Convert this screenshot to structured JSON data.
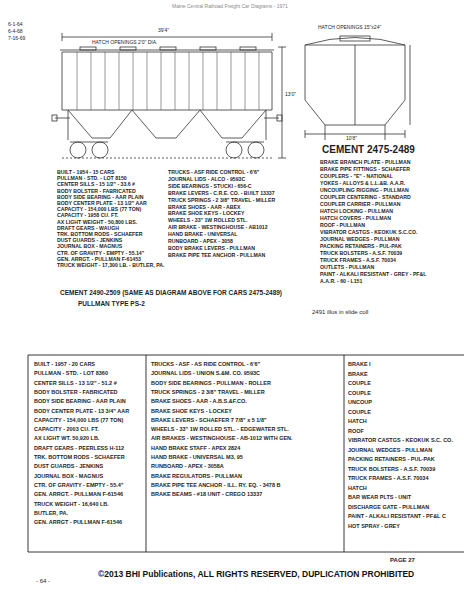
{
  "diagram": {
    "title": "Maine Central Railroad   Freight Car Diagrams - 1971",
    "caption": "©2013 BHI Publications, ALL RIGHTS RESERVED, DUPLICATION PROHIBITED",
    "labels": [
      "6-1-64",
      "6-4-68",
      "7-16-69",
      "HATCH OPENINGS 2'0\" DIA.",
      "39'4\"",
      "13'0\"",
      "HATCH OPENINGS 15\"x24\"",
      "10'8\"",
      "CEMENT 2475-2489",
      "BUILT - 1954 - 15 CARS",
      "PULLMAN - STD. - LOT 8150",
      "CENTER SILLS - 15 1/2\" - 33.6 #",
      "BODY BOLSTER - FABRICATED",
      "BODY SIDE BEARING - AAR PLAIN",
      "BODY CENTER PLATE - 13 1/2\" AAR",
      "CAPACITY - 154,000 LBS (77 TON)",
      "CAPACITY - 1958 CU. FT.",
      "AX LIGHT WEIGHT - 50,800 LBS.",
      "DRAFT GEARS - WAUGH",
      "TRK. BOTTOM RODS - SCHAEFER",
      "DUST GUARDS - JENKINS",
      "JOURNAL BOX - MAGNUS",
      "CTR. OF GRAVITY - EMPTY - 55.14\"",
      "GEN. ARRGT. - PULLMAN F-61453",
      "TRUCK WEIGHT - 17,300 LB. - BUTLER, PA.",
      "TRUCKS - ASF RIDE CONTROL - 6'6\"",
      "JOURNAL LIDS - ALCO - 9593C",
      "SIDE BEARINGS - STUCKI - 656-C",
      "BRAKE LEVERS - C.R.E. CO. - BUILT 13337",
      "TRUCK SPRINGS - 2 3/8\" TRAVEL - MILLER",
      "BRAKE SHOES - AAR - ABEX",
      "BRAKE SHOE KEYS - LOCKEY",
      "WHEELS - 33\" 1W ROLLED STL.",
      "AIR BRAKE - WESTINGHOUSE - AB1012",
      "HAND BRAKE - UNIVERSAL",
      "RUNBOARD - APEX - 3058",
      "BODY BRAKE LEVERS - PULLMAN",
      "BRAKE PIPE TEE ANCHOR - PULLMAN",
      "BRAKE BRANCH PLATE - PULLMAN",
      "BRAKE PIPE FITTINGS - SCHAEFER",
      "COUPLERS - \"E\" - NATIONAL",
      "YOKES - ALLOYS & L.L.&B. A.A.R.",
      "UNCOUPLING RIGGING - PULLMAN",
      "COUPLER CENTERING - STANDARD",
      "COUPLER CARRIER - PULLMAN",
      "HATCH LOCKING - PULLMAN",
      "HATCH COVERS - PULLMAN",
      "ROOF - PULLMAN",
      "VIBRATOR CASTGS - KEOKUK S.C.CO.",
      "JOURNAL WEDGES - PULLMAN",
      "PACKING RETAINERS - PUL-PAK",
      "TRUCK BOLSTERS - A.S.F. 70039",
      "TRUCK FRAMES - A.S.F. 70034",
      "OUTLETS - PULLMAN",
      "PAINT - ALKALI RESISTANT - GREY - PF&L",
      "A.A.R. - 60 - L151",
      "CEMENT 2490-2509 (SAME AS DIAGRAM ABOVE FOR CARS 2475-2489)",
      "PULLMAN TYPE PS-2",
      "2491 illus in slide coll",
      "BUILT - 1957 - 20 CARS",
      "PULLMAN - STD. - LOT 8360",
      "CENTER SILLS - 13 1/2\" - 51.2 #",
      "BODY BOLSTER - FABRICATED",
      "BODY SIDE BEARING - AAR PLAIN",
      "BODY CENTER PLATE - 13 3/4\" AAR",
      "CAPACITY - 154,000 LBS (77 TON)",
      "CAPACITY - 2003 CU. FT.",
      "AX LIGHT WT. 50,920 LB.",
      "DRAFT GEARS - PEERLESS H-112",
      "TRK. BOTTOM RODS - SCHAEFER",
      "DUST GUARDS - JENKINS",
      "JOURNAL BOX - MAGNUS",
      "CTR. OF GRAVITY - EMPTY - 55.4\"",
      "GEN. ARRGT. - PULLMAN F-61546",
      "TRUCK WEIGHT - 16,640 LB.",
      "BUTLER, PA.",
      "GEN. ARRGT - PULLMAN F-61546",
      "TRUCKS - ASF - AS RIDE CONTROL - 6'6\"",
      "JOURNAL LIDS - UNION S.&M. CO. 9593C",
      "BODY SIDE BEARINGS - PULLMAN - ROLLER",
      "TRUCK SPRINGS - 2 3/8\" TRAVEL - MILLER",
      "BRAKE SHOES - AAR - A.B.S.&F.CO.",
      "BRAKE SHOE KEYS - LOCKEY",
      "BRAKE LEVERS - SCHAEFER 7 7/8\" x 5 1/8\"",
      "WHEELS - 33\" 1W ROLLED STL. - EDGEWATER STL.",
      "AIR BRAKES - WESTINGHOUSE - AB-1012 WITH GEN.",
      "HAND BRAKE STAFF - APEX 2824",
      "HAND BRAKE - UNIVERSAL M3, 95",
      "RUNBOARD - APEX - 3058A",
      "BRAKE REGULATORS - PULLMAN",
      "BRAKE PIPE TEE ANCHOR - ILL. RY. EQ. - 3478 B",
      "BRAKE BEAMS - #18 UNIT - CREGO 13337",
      "BRAKE I",
      "BRAKE",
      "COUPLE",
      "COUPLE",
      "UNCOUP",
      "COUPLE",
      "HATCH",
      "ROOF",
      "VIBRATOR CASTGS - KEOKUK S.C. CO.",
      "JOURNAL WEDGES - PULLMAN",
      "PACKING RETAINERS - PUL-PAK",
      "TRUCK BOLSTERS - A.S.F. 70039",
      "TRUCK FRAMES - A.S.F. 70034",
      "HATCH",
      "BAR WEAR PLTS - UNIT",
      "DISCHARGE GATE - PULLMAN",
      "PAINT - ALKALI RESISTANT - PF&L C",
      "HOT SPRAY - GREY",
      "PAGE 27",
      "- 64 -"
    ]
  }
}
